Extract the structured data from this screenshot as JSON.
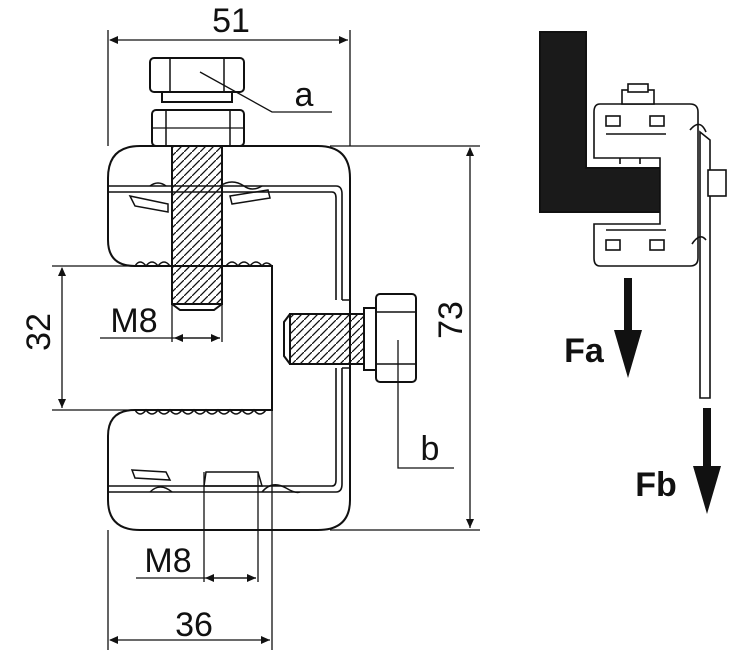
{
  "dimensions": {
    "width_total": "51",
    "height_total": "73",
    "opening": "32",
    "base_width": "36",
    "thread_top": "M8",
    "thread_bottom": "M8"
  },
  "callouts": {
    "a": "a",
    "b": "b"
  },
  "forces": {
    "fa": "Fa",
    "fb": "Fb"
  },
  "colors": {
    "line": "#111111",
    "fill_dark": "#1a1a1a",
    "part_fill": "#ffffff"
  }
}
